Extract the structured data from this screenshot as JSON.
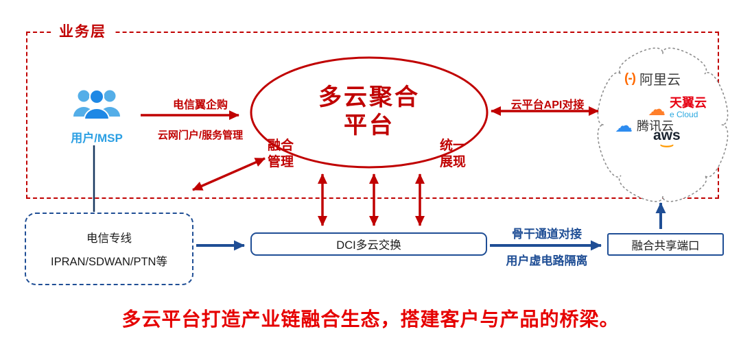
{
  "layer_label": "业务层",
  "users": {
    "label": "用户/MSP"
  },
  "flow_labels": {
    "purchase": "电信翼企购",
    "portal": "云网门户/服务管理",
    "api": "云平台API对接",
    "backbone": "骨干通道对接",
    "isolation": "用户虚电路隔离"
  },
  "platform": {
    "title_line1": "多云聚合",
    "title_line2": "平台",
    "fusion_line1": "融合",
    "fusion_line2": "管理",
    "unified_line1": "统一",
    "unified_line2": "展现"
  },
  "cloud_providers": {
    "alibaba": "阿里云",
    "tianyi": "天翼云",
    "tianyi_sub": "e Cloud",
    "tencent": "腾讯云",
    "aws": "aws"
  },
  "icons": {
    "alibaba_brackets": "(-)",
    "cloud_glyph": "☁",
    "aws_smile": "⌣"
  },
  "boxes": {
    "dedicated_line1": "电信专线",
    "dedicated_line2": "IPRAN/SDWAN/PTN等",
    "dci": "DCI多云交换",
    "shared_port": "融合共享端口"
  },
  "footer": "多云平台打造产业链融合生态，搭建客户与产品的桥梁。",
  "colors": {
    "diagram_red": "#C00000",
    "footer_red": "#E60000",
    "diagram_blue": "#1F4E95",
    "user_blue": "#2B9FE3"
  }
}
